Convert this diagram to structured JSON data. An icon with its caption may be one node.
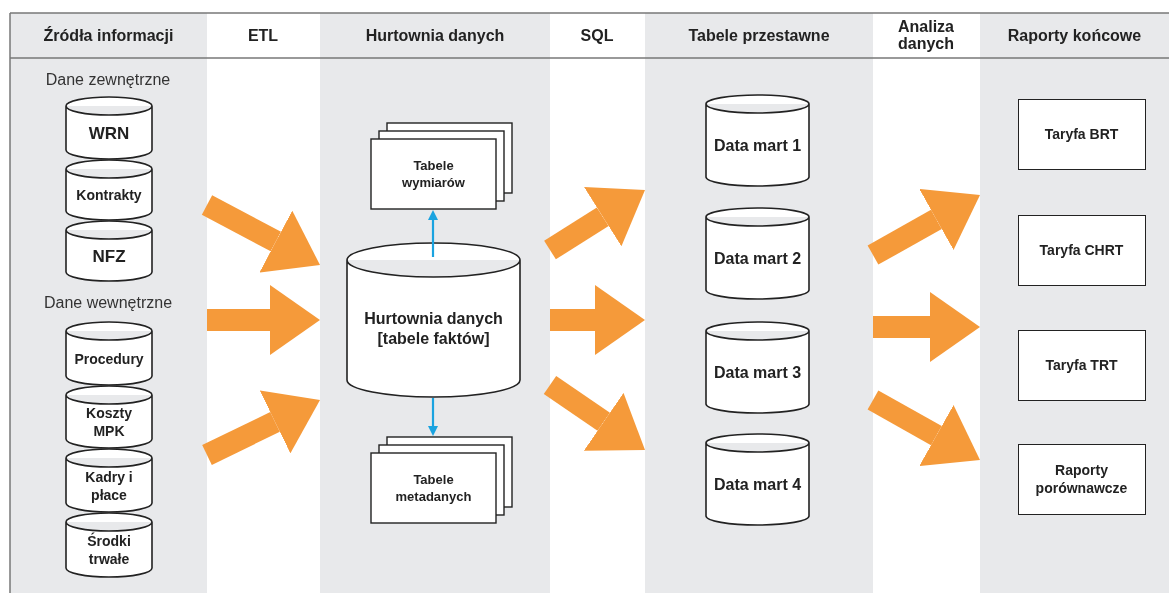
{
  "diagram": {
    "nodes": [
      {
        "text": [
          "Źródła informacji"
        ]
      },
      {
        "text": [
          "Hurtownia danych"
        ]
      },
      {
        "text": [
          "Tabele przestawne"
        ]
      },
      {
        "text": [
          "Raporty końcowe"
        ]
      },
      {
        "text": [
          "WRN"
        ],
        "in": 0
      },
      {
        "text": [
          "Kontrakty"
        ],
        "in": 0
      },
      {
        "text": [
          "NFZ"
        ],
        "in": 0
      },
      {
        "text": [
          "Procedury"
        ],
        "in": 0
      },
      {
        "text": [
          "Koszty MPK"
        ],
        "in": 0
      },
      {
        "text": [
          "Kadry i płace"
        ],
        "in": 0
      },
      {
        "text": [
          "Środki trwałe"
        ],
        "in": 0
      },
      {
        "text": [
          "Tabele wymiarów"
        ],
        "in": 1
      },
      {
        "text": [
          "Hurtownia danych [tabele faktów]"
        ],
        "in": 1
      },
      {
        "text": [
          "Tabele metadanych"
        ],
        "in": 1
      },
      {
        "text": [
          "Data mart 1"
        ],
        "in": 2
      },
      {
        "text": [
          "Data mart 2"
        ],
        "in": 2
      },
      {
        "text": [
          "Data mart 3"
        ],
        "in": 2
      },
      {
        "text": [
          "Data mart 4"
        ],
        "in": 2
      },
      {
        "text": [
          "Taryfa BRT"
        ],
        "in": 3
      },
      {
        "text": [
          "Taryfa CHRT"
        ],
        "in": 3
      },
      {
        "text": [
          "Taryfa TRT"
        ],
        "in": 3
      },
      {
        "text": [
          "Raporty porównawcze"
        ],
        "in": 3
      }
    ],
    "edges": [
      {
        "from": 0,
        "to": 1,
        "arrow": "to"
      },
      {
        "from": 0,
        "to": 1,
        "arrow": "to"
      },
      {
        "from": 0,
        "to": 1,
        "arrow": "to"
      },
      {
        "from": 12,
        "to": 11,
        "arrow": "to",
        "color": "#1aa3e0"
      },
      {
        "from": 12,
        "to": 13,
        "arrow": "to",
        "color": "#1aa3e0"
      },
      {
        "from": 1,
        "to": 2,
        "arrow": "to"
      },
      {
        "from": 1,
        "to": 2,
        "arrow": "to"
      },
      {
        "from": 1,
        "to": 2,
        "arrow": "to"
      },
      {
        "from": 2,
        "to": 3,
        "arrow": "to"
      },
      {
        "from": 2,
        "to": 3,
        "arrow": "to"
      },
      {
        "from": 2,
        "to": 3,
        "arrow": "to"
      }
    ],
    "labels": [
      "ETL",
      "SQL",
      "Analiza danych",
      "Dane zewnętrzne",
      "Dane wewnętrzne"
    ]
  }
}
